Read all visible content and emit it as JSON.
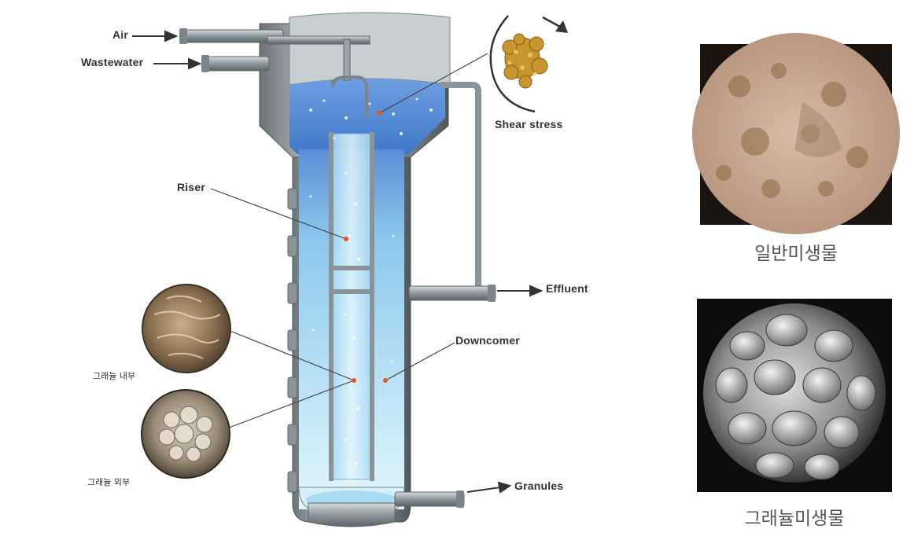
{
  "labels": {
    "air": "Air",
    "wastewater": "Wastewater",
    "shear_stress": "Shear stress",
    "riser": "Riser",
    "effluent": "Effluent",
    "downcomer": "Downcomer",
    "granule_inside": "그래뉼 내부",
    "granule_outside": "그래뉼 외부",
    "granules": "Granules"
  },
  "photos": {
    "normal_caption": "일반미생물",
    "granule_caption": "그래뉼미생물"
  },
  "colors": {
    "water_light": "#bfe6f7",
    "water_dark": "#3aa0d8",
    "steel": "#9aa3a8",
    "steel_dark": "#5d666b",
    "accent_dot": "#e8541e",
    "granule_gold": "#c8962e"
  }
}
